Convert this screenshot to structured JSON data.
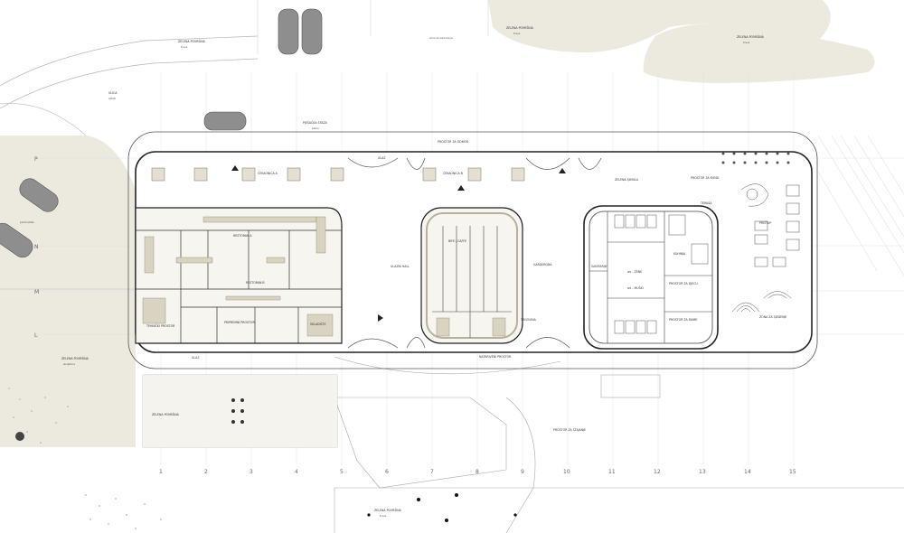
{
  "colors": {
    "beige": "#ece9df",
    "beige_dark": "#d9d3c2",
    "wall": "#222222",
    "line": "#9a9a9a",
    "grid": "#cfcfcf",
    "accent": "#c8c0a8"
  },
  "axes": {
    "numbers": [
      "1",
      "2",
      "3",
      "4",
      "5",
      "6",
      "7",
      "8",
      "9",
      "10",
      "11",
      "12",
      "13",
      "14",
      "15"
    ],
    "letters": [
      "P",
      "N",
      "M",
      "L"
    ]
  },
  "labels": {
    "zelena_povrsina_top": "ZELENA POVRŠINA",
    "zelena_povrsina_top_sub": "trava",
    "zelena_povrsina_right": "ZELENA POVRŠINA",
    "zelena_povrsina_right_sub": "trava",
    "zelena_povrsina_far_right": "ZELENA POVRŠINA",
    "zelena_povrsina_far_right_sub": "trava",
    "zelena_povrsina_left": "ZELENA POVRŠINA",
    "zelena_povrsina_left_sub": "skulptura",
    "ulica": "ULICA",
    "ulica_sub": "asfalt",
    "pjesacka": "PJEŠAČKA STAZA",
    "pjesacka_sub": "beton",
    "parkiraliste": "parkiralište",
    "zona_parking": "zona za parkiranje",
    "ulaz_west": "ULAZ",
    "ulaz_center": "ULAZ",
    "cekaonica_a": "ČEKAONICA A",
    "cekaonica_b": "ČEKAONICA B",
    "prostor_za_odmor": "PROSTOR ZA ODMOR",
    "zelena_sjenila": "ZELENA SJENILA",
    "pristup": "PRISTUP",
    "prostor_kiosk": "PROSTOR ZA KIOSK",
    "wc_zene": "wc - ŽENE",
    "wc_muski": "wc - MUŠKI",
    "kuhinja": "KUHINJA",
    "sanitarije": "SANITARIJE",
    "prostor_za_djecu": "PROSTOR ZA DJECU",
    "prostor_za_mame": "PROSTOR ZA MAME",
    "restoran_a": "RESTORAN A",
    "restoran_b": "RESTORAN B",
    "skladiste": "SKLADIŠTE",
    "pripremni_prostor": "PRIPREMNI PROSTOR",
    "bife_caffe": "BIFE / CAFFE",
    "zona_za_sjedenje": "ZONA ZA SJEDENJE",
    "terasa": "TERASA",
    "ulazni_hall": "ULAZNI HALL",
    "garderoba": "GARDEROBA",
    "trgovina": "TRGOVINA",
    "tehnicki_prostor": "TEHNIČKI PROSTOR",
    "zelena_povrsina_bottom": "ZELENA POVRŠINA",
    "prostor_za_stajanje": "PROSTOR ZA STAJANJE",
    "natkriveni_prostor": "NATKRIVENI PROSTOR",
    "zelena_povrsina_lower": "ZELENA POVRŠINA",
    "zelena_povrsina_lower_sub": "trava"
  }
}
